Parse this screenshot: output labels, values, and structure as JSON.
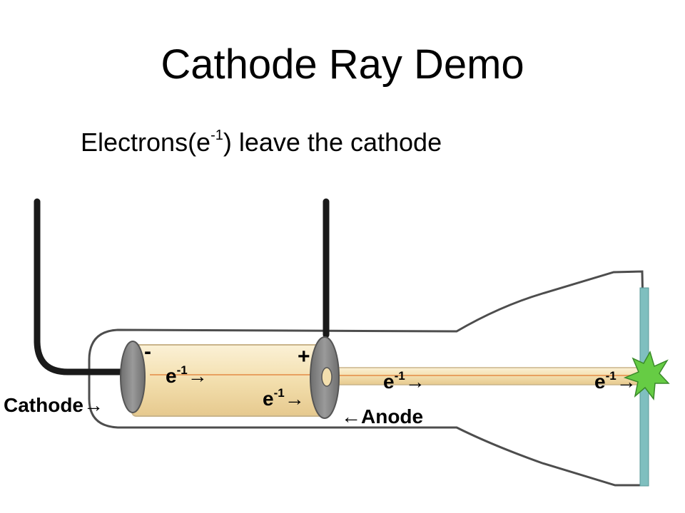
{
  "title": "Cathode Ray Demo",
  "subtitle": {
    "before": "Electrons(e",
    "superscript": "-1",
    "after": ") leave the cathode"
  },
  "diagram": {
    "cathode_label": "Cathode",
    "anode_label": "Anode",
    "minus_sign": "-",
    "plus_sign": "+",
    "electron_symbol": "e",
    "electron_charge": "-1",
    "arrow_right": "→",
    "arrow_left": "←"
  },
  "colors": {
    "glass_outline": "#4d4d4d",
    "wire": "#1a1a1a",
    "electrode": "#8a8a8a",
    "electrode_dark": "#555555",
    "beam_fill": "#f2dfb0",
    "beam_edge": "#c9b48a",
    "beam_arrow": "#e8a060",
    "screen": "#7fbfbf",
    "flash": "#66cc44"
  }
}
